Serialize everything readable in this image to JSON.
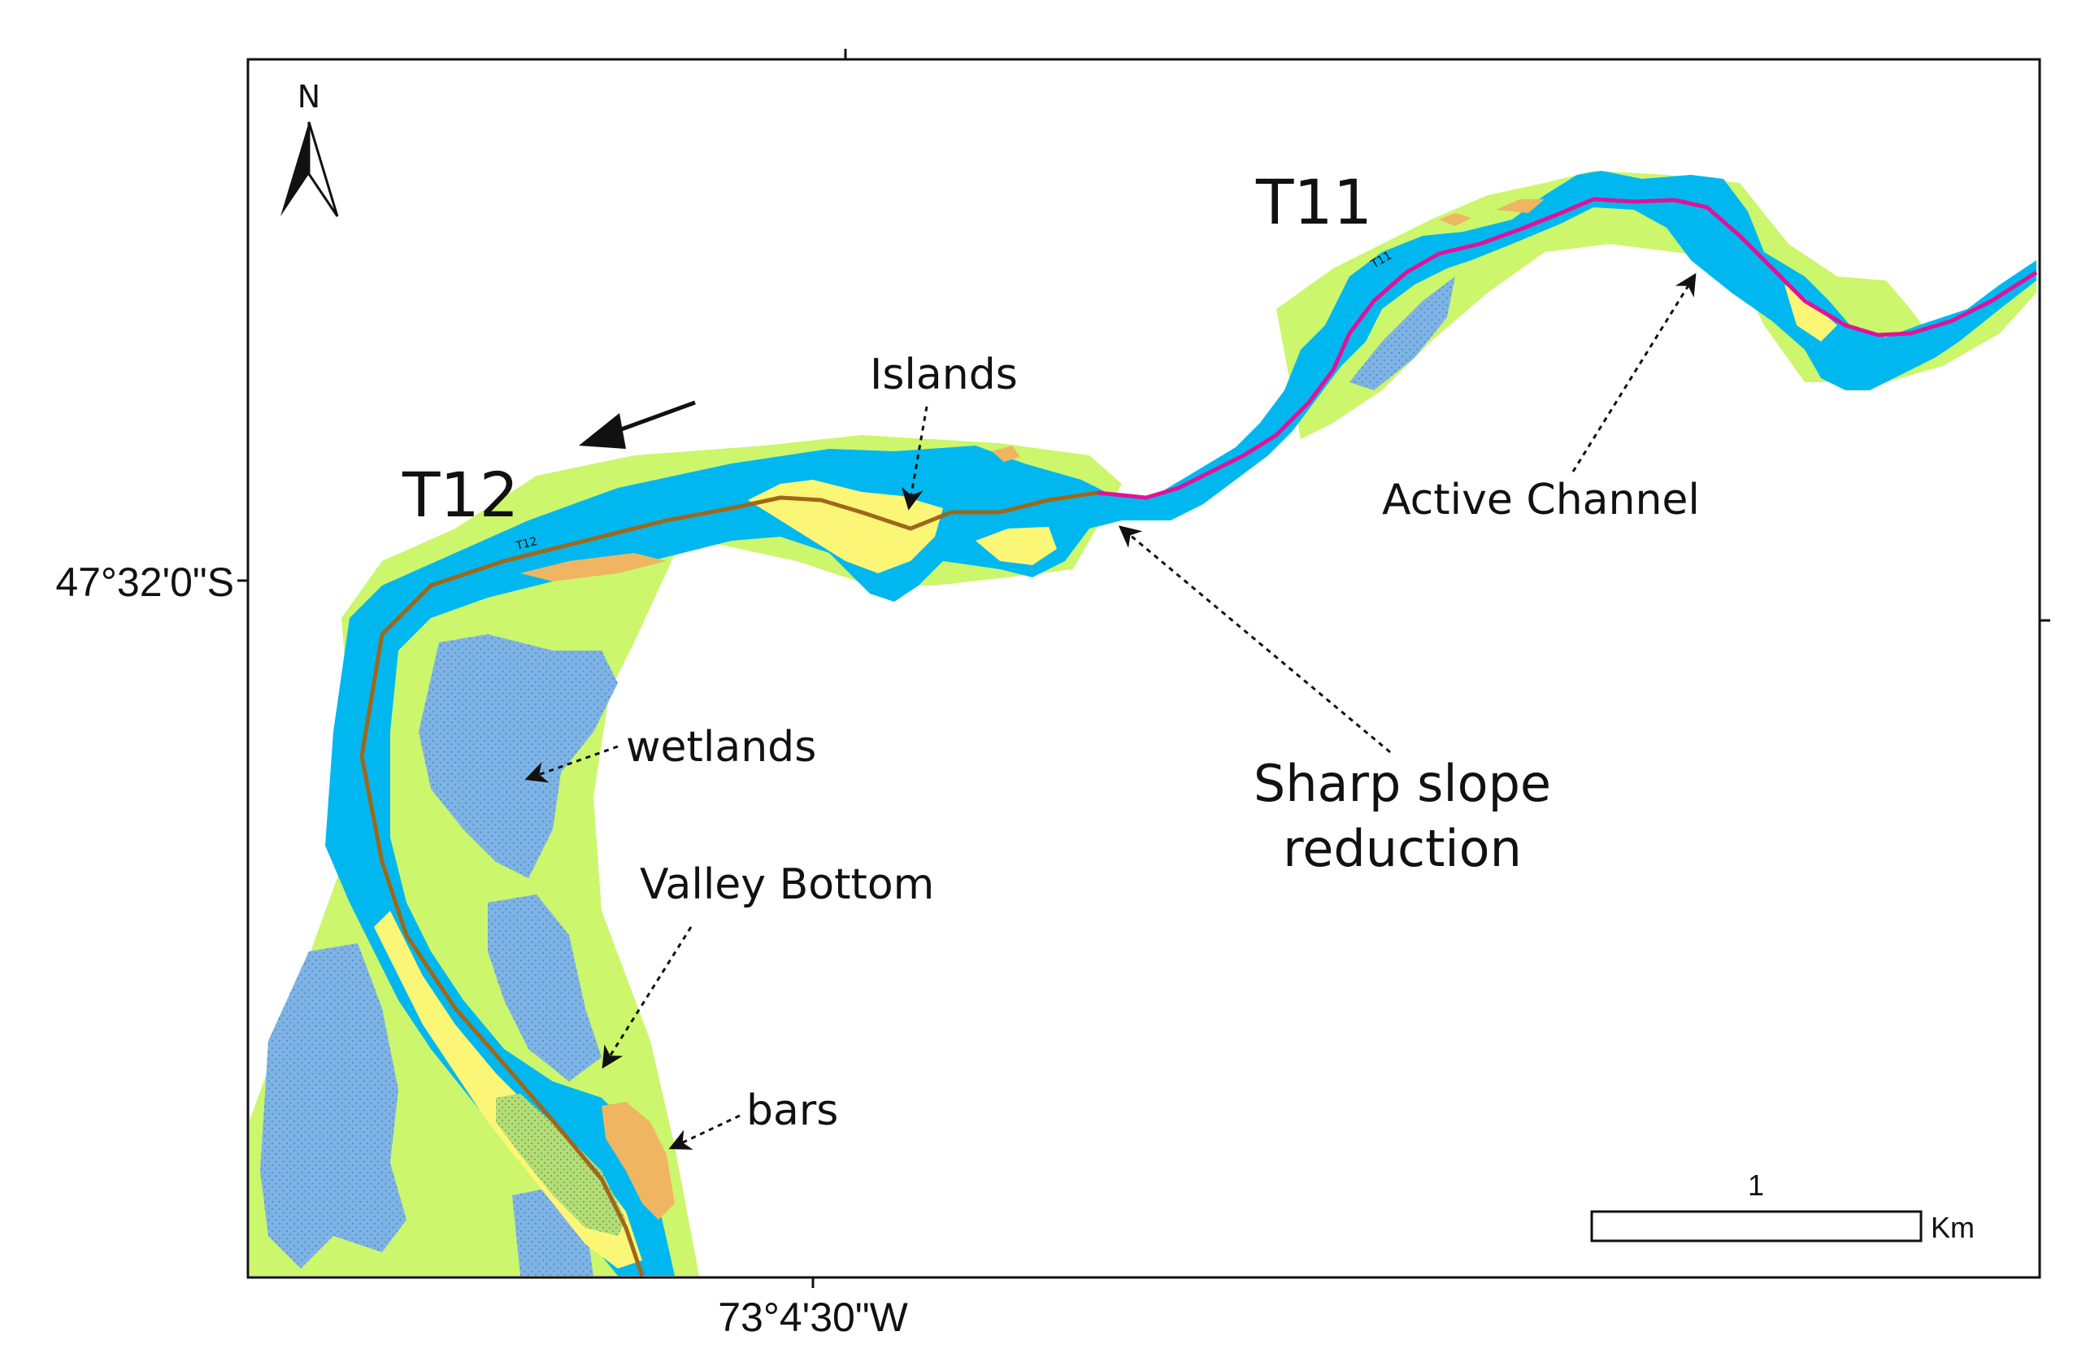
{
  "map": {
    "north_label": "N",
    "reach_labels": {
      "upstream": "T11",
      "downstream": "T12"
    },
    "line_labels": {
      "upstream": "T11",
      "downstream": "T12"
    },
    "annotations": {
      "islands": "Islands",
      "active_channel": "Active Channel",
      "wetlands": "wetlands",
      "valley_bottom": "Valley Bottom",
      "bars": "bars",
      "slope_line1": "Sharp slope",
      "slope_line2": "reduction"
    },
    "coordinates": {
      "latitude": "47°32'0\"S",
      "longitude": "73°4'30\"W"
    },
    "scale_bar": {
      "value": "1",
      "unit": "Km"
    },
    "colors": {
      "valley_bottom": "#ccf66c",
      "active_channel": "#00b8ef",
      "islands": "#fcf676",
      "bars": "#f0b561",
      "wetlands": "#7fb3e4",
      "t12_line": "#a0671a",
      "t11_line": "#e0129a"
    }
  }
}
